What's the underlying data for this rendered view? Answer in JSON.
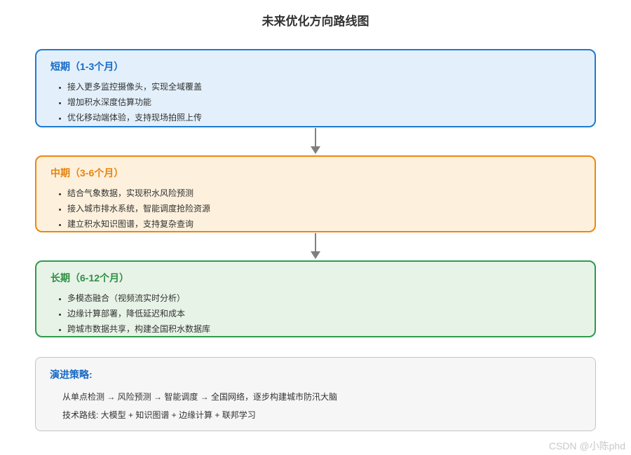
{
  "page": {
    "title": "未来优化方向路线图",
    "watermark": "CSDN @小陈phd",
    "background_color": "#ffffff",
    "text_color": "#333333",
    "arrow_color": "#7f7f7f"
  },
  "stages": [
    {
      "title": "短期（1-3个月）",
      "items": [
        "接入更多监控摄像头，实现全域覆盖",
        "增加积水深度估算功能",
        "优化移动端体验，支持现场拍照上传"
      ],
      "border_color": "#1e7ad2",
      "bg_color": "#e3f0fb",
      "title_color": "#1569c7"
    },
    {
      "title": "中期（3-6个月）",
      "items": [
        "结合气象数据，实现积水风险预测",
        "接入城市排水系统，智能调度抢险资源",
        "建立积水知识图谱，支持复杂查询"
      ],
      "border_color": "#ec870f",
      "bg_color": "#fdf1dd",
      "title_color": "#e8830f"
    },
    {
      "title": "长期（6-12个月）",
      "items": [
        "多模态融合（视频流实时分析）",
        "边缘计算部署，降低延迟和成本",
        "跨城市数据共享，构建全国积水数据库"
      ],
      "border_color": "#319a4c",
      "bg_color": "#e7f3e7",
      "title_color": "#2d8f44"
    }
  ],
  "strategy": {
    "title": "演进策略:",
    "lines": [
      "从单点检测 → 风险预测 → 智能调度 → 全国网络，逐步构建城市防汛大脑",
      "技术路线: 大模型 + 知识图谱 + 边缘计算 + 联邦学习"
    ],
    "border_color": "#c4c4c4",
    "bg_color": "#f6f6f6",
    "title_color": "#1569c7"
  }
}
